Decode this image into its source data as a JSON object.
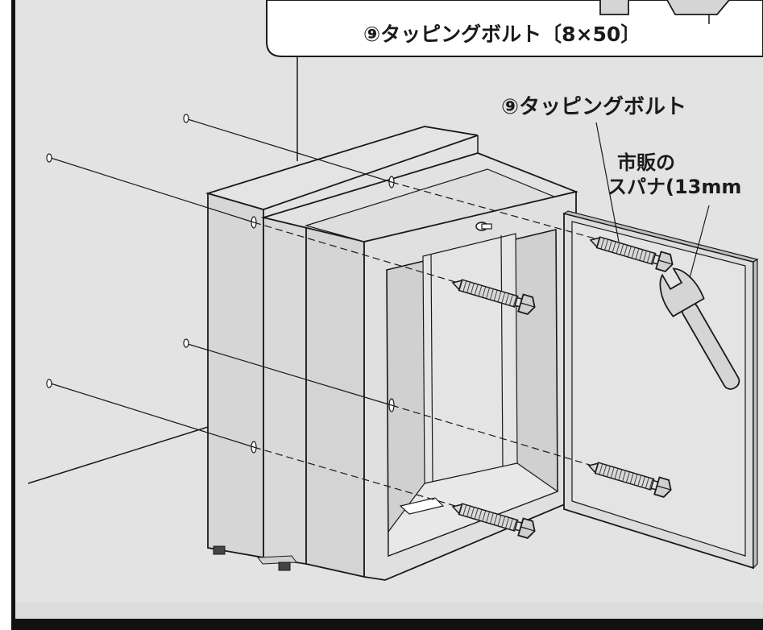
{
  "caption_box": {
    "label": "⑨タッピングボルト〔8×50〕"
  },
  "callouts": {
    "bolt_label": "⑨タッピングボルト",
    "wrench_label_line1": "市販の",
    "wrench_label_line2": "スパナ(13mm"
  },
  "colors": {
    "wall": "#e3e3e3",
    "cabinet_side": "#d2d2d2",
    "cabinet_front": "#dedede",
    "outline": "#1a1a1a",
    "border": "#111111",
    "panel": "#ffffff"
  }
}
